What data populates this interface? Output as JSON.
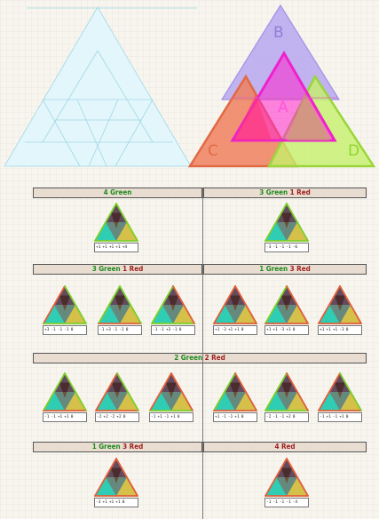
{
  "diagram": {
    "labels": {
      "a": "A",
      "b": "B",
      "c": "C",
      "d": "D"
    },
    "colors": {
      "b": "#b7a6f0",
      "c": "#f0805f",
      "d": "#c5f06a",
      "a": "#ff22cc",
      "subdivision": "#bfeef7"
    }
  },
  "sections": [
    {
      "id": "s1",
      "left": [
        {
          "text": "4 Green",
          "color": "green"
        }
      ],
      "right": [
        {
          "text": "3 Green ",
          "color": "green"
        },
        {
          "text": "1 Red",
          "color": "red"
        }
      ]
    },
    {
      "id": "s2",
      "left": [
        {
          "text": "3 Green ",
          "color": "green"
        },
        {
          "text": "1 Red",
          "color": "red"
        }
      ],
      "right": [
        {
          "text": "1 Green ",
          "color": "green"
        },
        {
          "text": "3 Red",
          "color": "red"
        }
      ]
    },
    {
      "id": "s3",
      "full": [
        {
          "text": "2 Green ",
          "color": "green"
        },
        {
          "text": "2 Red",
          "color": "red"
        }
      ]
    },
    {
      "id": "s4",
      "left": [
        {
          "text": "1 Green ",
          "color": "green"
        },
        {
          "text": "3 Red",
          "color": "red"
        }
      ],
      "right": [
        {
          "text": "4 Red",
          "color": "red"
        }
      ]
    }
  ],
  "cards": [
    {
      "edges": [
        "green",
        "green",
        "green"
      ],
      "strip": [
        "+1",
        "+1",
        "+1",
        "+1",
        "+4"
      ]
    },
    {
      "edges": [
        "green",
        "green",
        "green"
      ],
      "strip": [
        "-3",
        "-1",
        "-1",
        "-1",
        "-6"
      ]
    },
    {
      "edges": [
        "red",
        "green",
        "green"
      ],
      "strip": [
        "+3",
        "-1",
        "-1",
        "-1",
        "0"
      ]
    },
    {
      "edges": [
        "green",
        "red",
        "green"
      ],
      "strip": [
        "-1",
        "+3",
        "-1",
        "-1",
        "0"
      ]
    },
    {
      "edges": [
        "green",
        "green",
        "red"
      ],
      "strip": [
        "-1",
        "-1",
        "+3",
        "-1",
        "0"
      ]
    },
    {
      "edges": [
        "red",
        "red",
        "red"
      ],
      "strip": [
        "+1",
        "-3",
        "+1",
        "+1",
        "0"
      ]
    },
    {
      "edges": [
        "green",
        "red",
        "red"
      ],
      "strip": [
        "+1",
        "+1",
        "-3",
        "+1",
        "0"
      ]
    },
    {
      "edges": [
        "red",
        "red",
        "red"
      ],
      "strip": [
        "+1",
        "+1",
        "+1",
        "-3",
        "0"
      ]
    },
    {
      "edges": [
        "green",
        "red",
        "green"
      ],
      "strip": [
        "-1",
        "-1",
        "+1",
        "+1",
        "0"
      ]
    },
    {
      "edges": [
        "red",
        "red",
        "green"
      ],
      "strip": [
        "-2",
        "+2",
        "-2",
        "+2",
        "0"
      ]
    },
    {
      "edges": [
        "red",
        "green",
        "red"
      ],
      "strip": [
        "-1",
        "+1",
        "-1",
        "+1",
        "0"
      ]
    },
    {
      "edges": [
        "green",
        "red",
        "red"
      ],
      "strip": [
        "+1",
        "-1",
        "-1",
        "+1",
        "0"
      ]
    },
    {
      "edges": [
        "green",
        "green",
        "red"
      ],
      "strip": [
        "-2",
        "-1",
        "-1",
        "+2",
        "0"
      ]
    },
    {
      "edges": [
        "red",
        "red",
        "green"
      ],
      "strip": [
        "-1",
        "+1",
        "-1",
        "+1",
        "0"
      ]
    },
    {
      "edges": [
        "red",
        "red",
        "red"
      ],
      "strip": [
        "-3",
        "+1",
        "+1",
        "+1",
        "0"
      ]
    },
    {
      "edges": [
        "red",
        "red",
        "red"
      ],
      "strip": [
        "-1",
        "-1",
        "-1",
        "-1",
        "-4"
      ]
    }
  ],
  "palette": {
    "green": "#7ccf2a",
    "red": "#e0603a",
    "dark": "#4a2a2a",
    "teal": "#2fd0b0",
    "yellow": "#e7c23a",
    "cyan": "#3ab0d0"
  }
}
